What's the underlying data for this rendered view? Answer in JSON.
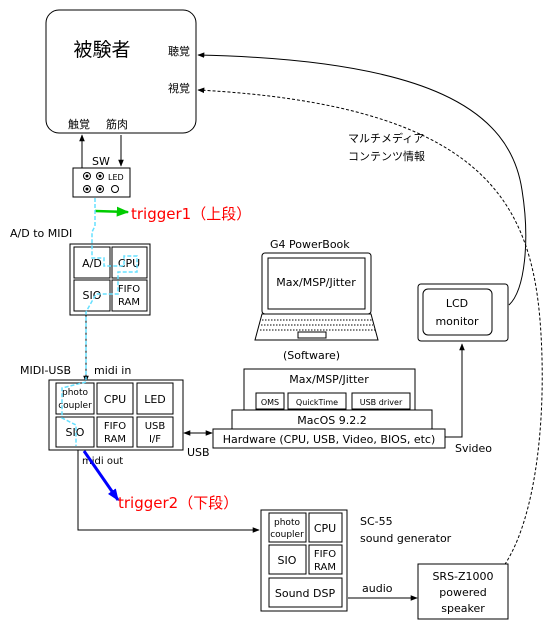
{
  "subject": {
    "title": "被験者",
    "hearing": "聴覚",
    "vision": "視覚",
    "touch": "触覚",
    "muscle": "筋肉"
  },
  "sw": {
    "label": "SW",
    "led": "LED"
  },
  "trigger1": "trigger1（上段）",
  "trigger2": "trigger2（下段）",
  "ad_to_midi": {
    "label": "A/D to MIDI",
    "cells": {
      "ad": "A/D",
      "cpu": "CPU",
      "sio": "SIO",
      "fifo_line1": "FIFO",
      "fifo_line2": "RAM"
    }
  },
  "multimedia": {
    "line1": "マルチメディア",
    "line2": "コンテンツ情報"
  },
  "powerbook": {
    "title": "G4 PowerBook",
    "screen": "Max/MSP/Jitter",
    "caption": "(Software)"
  },
  "lcd": {
    "line1": "LCD",
    "line2": "monitor"
  },
  "midi_usb": {
    "label": "MIDI-USB",
    "midi_in": "midi in",
    "midi_out": "midi out",
    "cells": {
      "photo_line1": "photo",
      "photo_line2": "coupler",
      "cpu": "CPU",
      "led": "LED",
      "sio": "SIO",
      "fifo_line1": "FIFO",
      "fifo_line2": "RAM",
      "usb_line1": "USB",
      "usb_line2": "I/F"
    }
  },
  "stack": {
    "app": "Max/MSP/Jitter",
    "oms": "OMS",
    "quicktime": "QuickTime",
    "usb_driver": "USB driver",
    "os": "MacOS 9.2.2",
    "hardware": "Hardware (CPU, USB, Video, BIOS, etc)"
  },
  "usb_label": "USB",
  "svideo_label": "Svideo",
  "sc55": {
    "line1": "SC-55",
    "line2": "sound generator",
    "cells": {
      "photo_line1": "photo",
      "photo_line2": "coupler",
      "cpu": "CPU",
      "sio": "SIO",
      "fifo_line1": "FIFO",
      "fifo_line2": "RAM",
      "dsp": "Sound DSP"
    }
  },
  "audio_label": "audio",
  "speaker": {
    "line1": "SRS-Z1000",
    "line2": "powered",
    "line3": "speaker"
  },
  "colors": {
    "trigger_text": "#ff0000",
    "trigger1_arrow": "#00cc00",
    "trigger2_arrow": "#0000ff",
    "signal_trace": "#66e0ff"
  }
}
